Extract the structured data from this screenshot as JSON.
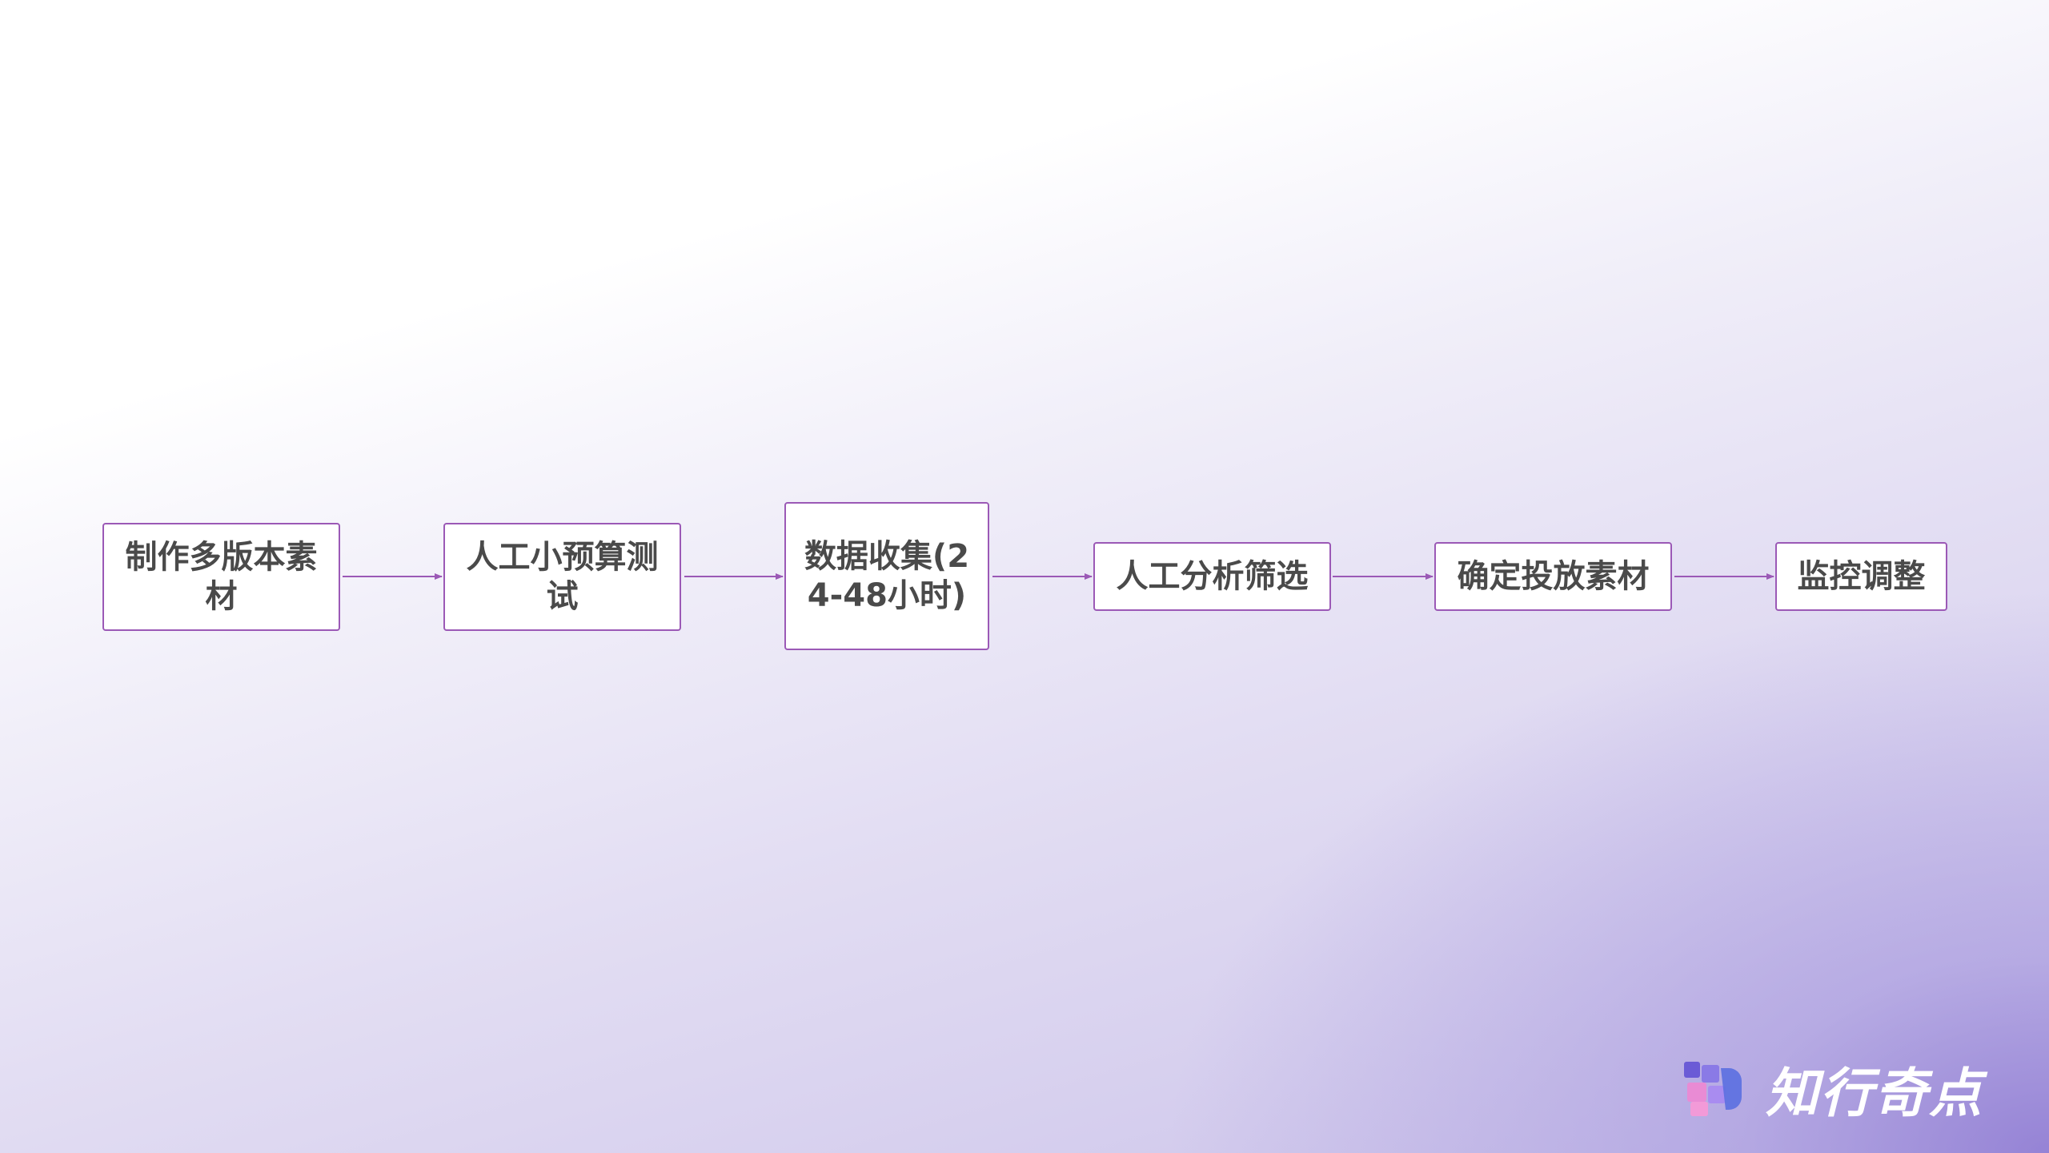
{
  "flowchart": {
    "nodes": [
      {
        "id": "n1",
        "label": "制作多版本素材"
      },
      {
        "id": "n2",
        "label": "人工小预算测试"
      },
      {
        "id": "n3",
        "label": "数据收集(24-48小时)"
      },
      {
        "id": "n4",
        "label": "人工分析筛选"
      },
      {
        "id": "n5",
        "label": "确定投放素材"
      },
      {
        "id": "n6",
        "label": "监控调整"
      }
    ],
    "edges": [
      {
        "from": "n1",
        "to": "n2"
      },
      {
        "from": "n2",
        "to": "n3"
      },
      {
        "from": "n3",
        "to": "n4"
      },
      {
        "from": "n4",
        "to": "n5"
      },
      {
        "from": "n5",
        "to": "n6"
      }
    ],
    "colors": {
      "border": "#9b59b6",
      "edge": "#9b59b6",
      "text": "#4a4a4a",
      "node_fill": "#ffffff"
    }
  },
  "brand": {
    "name": "知行奇点",
    "icon": "brand-logo-icon"
  }
}
